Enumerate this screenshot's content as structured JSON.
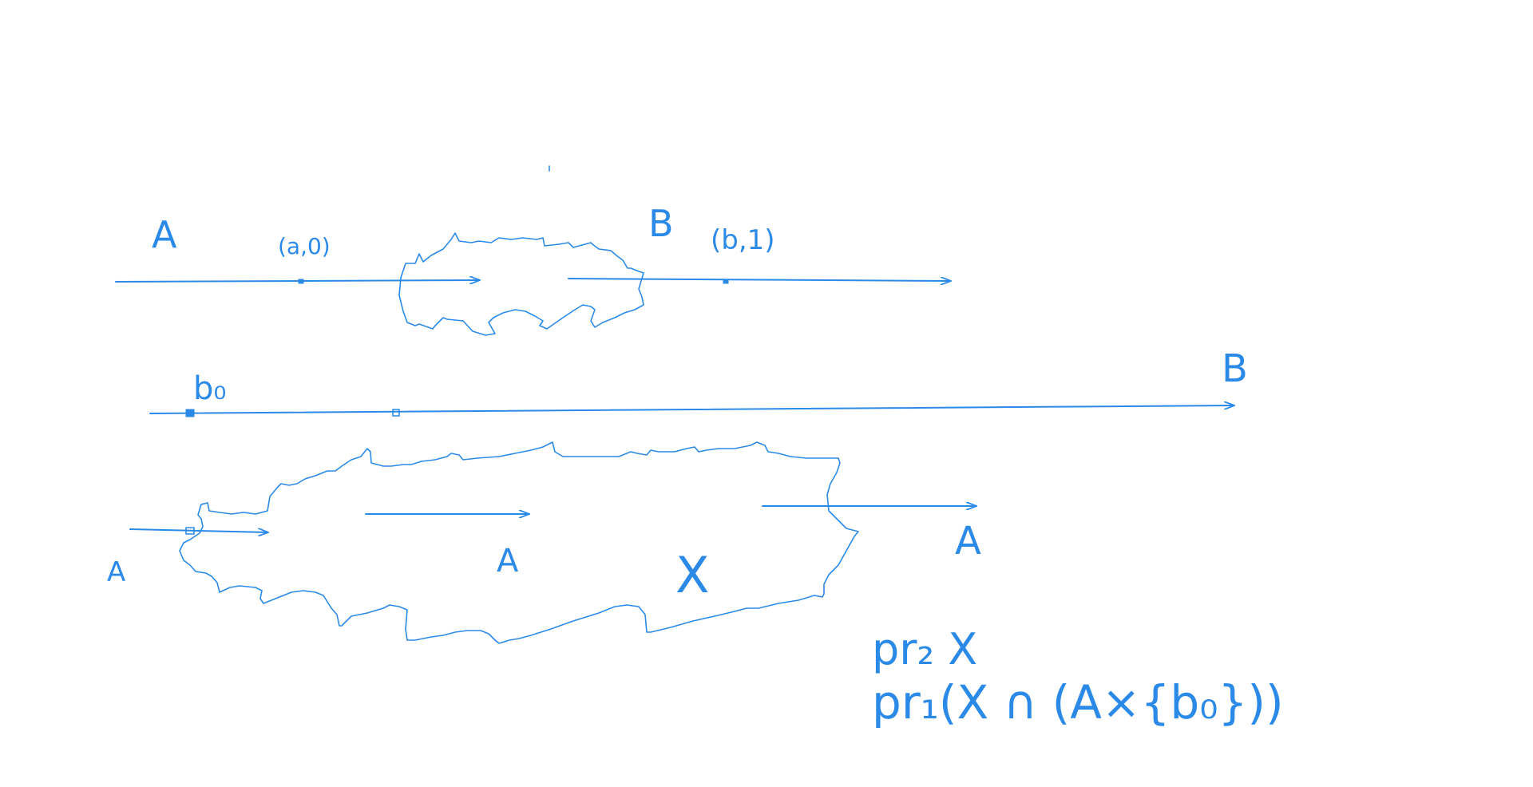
{
  "colors": {
    "ink": "#2b8ae8",
    "background": "#ffffff"
  },
  "labels": {
    "top_a": "A",
    "top_b": "B",
    "point_a0": "(a,0)",
    "point_b1": "(b,1)",
    "b0": "b₀",
    "mid_b": "B",
    "bottom_a_left": "A",
    "bottom_a_mid": "A",
    "bottom_x": "X",
    "bottom_a_right": "A",
    "formula_pr2": "pr₂ X",
    "formula_pr1": "pr₁(X ∩ (A×{b₀}))"
  }
}
